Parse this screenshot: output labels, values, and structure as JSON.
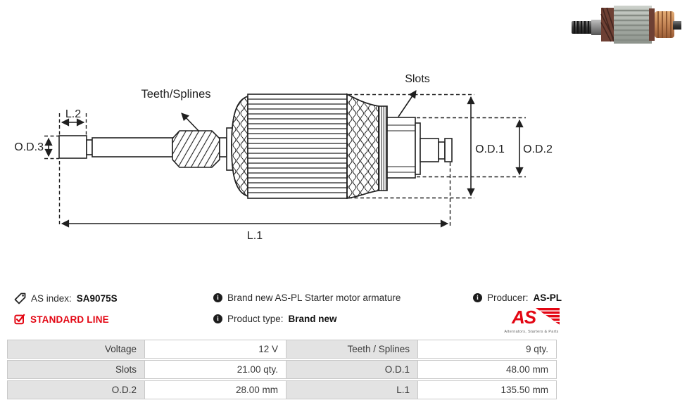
{
  "product": {
    "as_index_label": "AS index:",
    "as_index_value": "SA9075S",
    "line_label": "STANDARD LINE",
    "description": "Brand new AS-PL Starter motor armature",
    "product_type_label": "Product type:",
    "product_type_value": "Brand new",
    "producer_label": "Producer:",
    "producer_value": "AS-PL"
  },
  "logo": {
    "text": "AS",
    "tagline": "Alternators, Starters & Parts",
    "color": "#e30613"
  },
  "colors": {
    "accent_red": "#e30613",
    "line_color": "#1f1f1f",
    "table_label_bg": "#e3e3e3",
    "table_border": "#c9c9c9"
  },
  "diagram": {
    "labels": {
      "l1": "L.1",
      "l2": "L.2",
      "od1": "O.D.1",
      "od2": "O.D.2",
      "od3": "O.D.3",
      "teeth": "Teeth/Splines",
      "slots": "Slots"
    }
  },
  "spec_table": {
    "rows": [
      {
        "cells": [
          {
            "label": "Voltage",
            "value": "12 V"
          },
          {
            "label": "Teeth / Splines",
            "value": "9 qty."
          }
        ]
      },
      {
        "cells": [
          {
            "label": "Slots",
            "value": "21.00 qty."
          },
          {
            "label": "O.D.1",
            "value": "48.00 mm"
          }
        ]
      },
      {
        "cells": [
          {
            "label": "O.D.2",
            "value": "28.00 mm"
          },
          {
            "label": "L.1",
            "value": "135.50 mm"
          }
        ]
      }
    ]
  }
}
